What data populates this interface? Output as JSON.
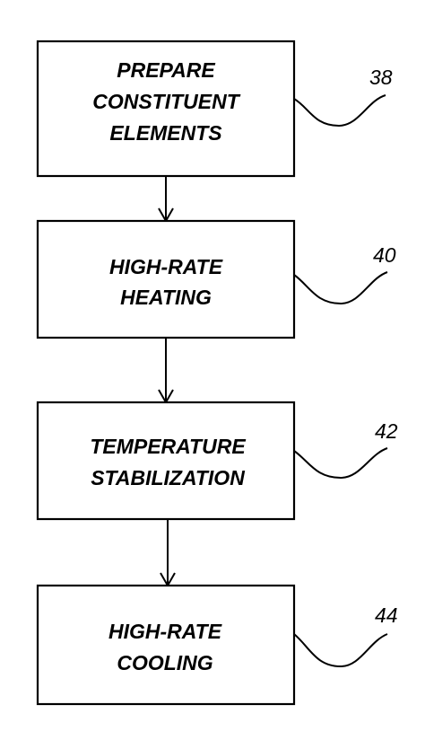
{
  "steps": [
    {
      "lines": [
        "PREPARE",
        "CONSTITUENT",
        "ELEMENTS"
      ],
      "ref": "38"
    },
    {
      "lines": [
        "HIGH-RATE",
        "HEATING"
      ],
      "ref": "40"
    },
    {
      "lines": [
        "TEMPERATURE",
        "STABILIZATION"
      ],
      "ref": "42"
    },
    {
      "lines": [
        "HIGH-RATE",
        "COOLING"
      ],
      "ref": "44"
    }
  ]
}
